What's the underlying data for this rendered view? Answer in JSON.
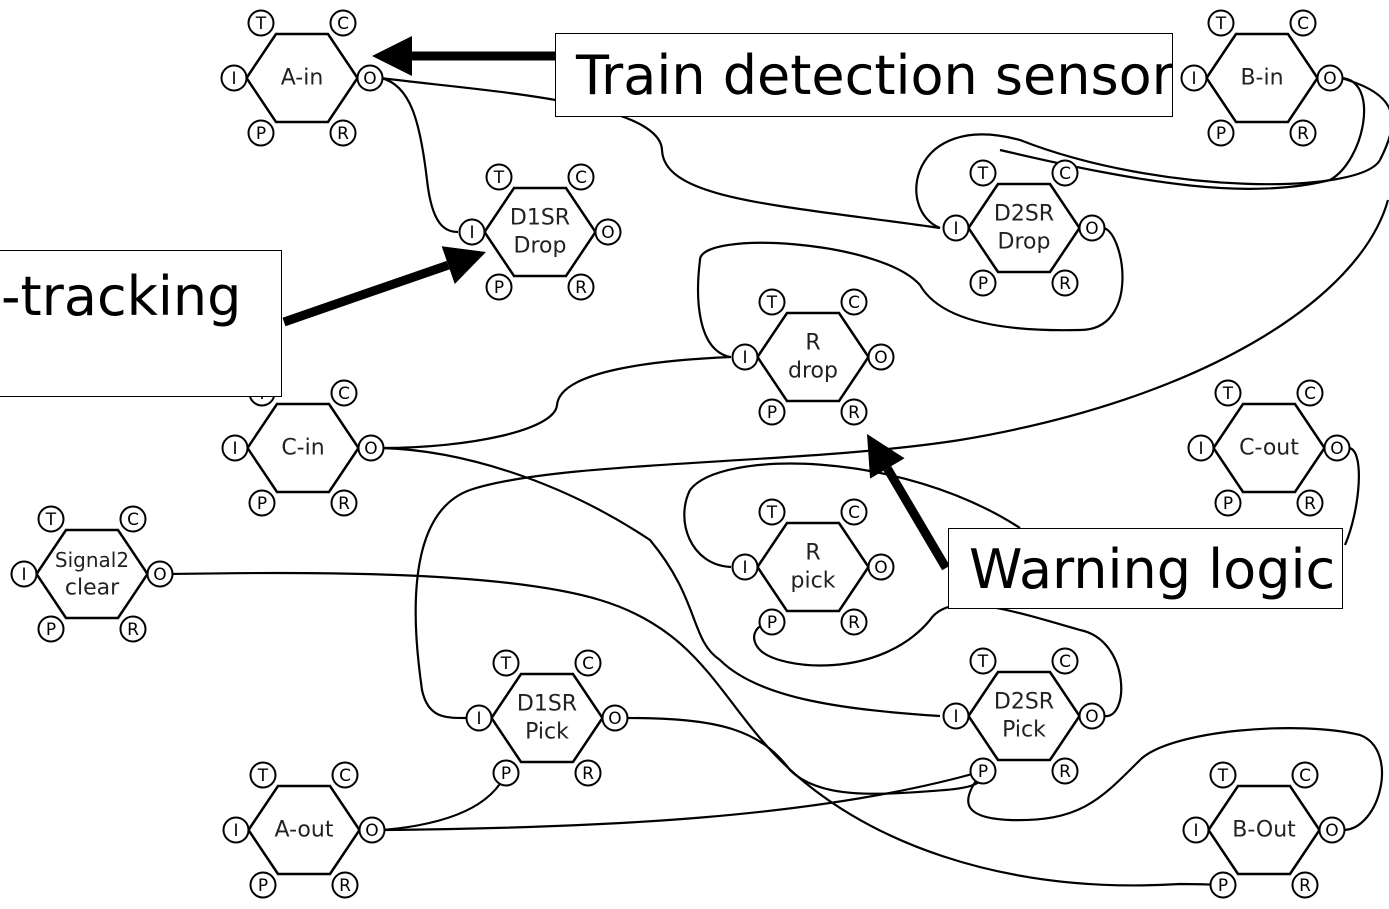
{
  "nodes": [
    {
      "id": "a-in",
      "lines": [
        "A-in"
      ]
    },
    {
      "id": "b-in",
      "lines": [
        "B-in"
      ]
    },
    {
      "id": "d1sr-drop",
      "lines": [
        "D1SR",
        "Drop"
      ]
    },
    {
      "id": "d2sr-drop",
      "lines": [
        "D2SR",
        "Drop"
      ]
    },
    {
      "id": "r-drop",
      "lines": [
        "R",
        "drop"
      ]
    },
    {
      "id": "c-in",
      "lines": [
        "C-in"
      ]
    },
    {
      "id": "c-out",
      "lines": [
        "C-out"
      ]
    },
    {
      "id": "signal2-clear",
      "lines": [
        "Signal2",
        "clear"
      ]
    },
    {
      "id": "r-pick",
      "lines": [
        "R",
        "pick"
      ]
    },
    {
      "id": "d1sr-pick",
      "lines": [
        "D1SR",
        "Pick"
      ]
    },
    {
      "id": "d2sr-pick",
      "lines": [
        "D2SR",
        "Pick"
      ]
    },
    {
      "id": "a-out",
      "lines": [
        "A-out"
      ]
    },
    {
      "id": "b-out",
      "lines": [
        "B-Out"
      ]
    }
  ],
  "ports": {
    "T": "T",
    "C": "C",
    "I": "I",
    "O": "O",
    "P": "P",
    "R": "R"
  },
  "callouts": {
    "sensor": "Train detection sensor",
    "tracking": "-tracking",
    "warning": "Warning logic"
  }
}
